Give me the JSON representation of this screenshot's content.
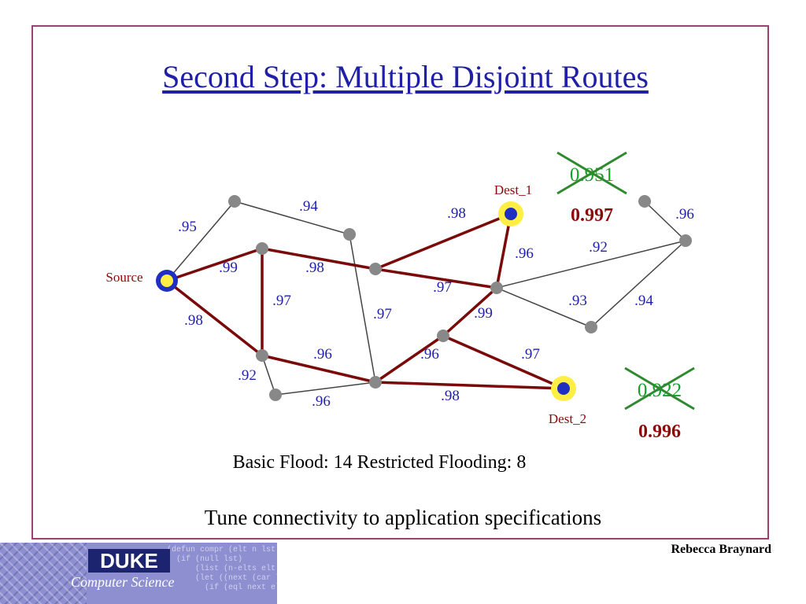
{
  "slide": {
    "title": "Second Step: Multiple Disjoint Routes",
    "caption_flood": "Basic Flood: 14 Restricted Flooding: 8",
    "caption_tune": "Tune connectivity to application specifications",
    "author": "Rebecca Braynard",
    "logo": {
      "brand": "DUKE",
      "subtitle": "Computer Science",
      "code_text": "(defun compr (elt n lst)\n  (if (null lst)\n      (list (n-elts elt n))\n      (let ((next (car lst)))\n        (if (eql next elt)"
    }
  },
  "colors": {
    "frame": "#9e3f72",
    "title": "#1f1fa8",
    "route": "#7a0a0a",
    "plain_edge": "#444444",
    "edge_label": "#1f1fa8",
    "node": "#888888",
    "endpoint_fill": "#1f2fc2",
    "endpoint_halo": "#ffee44",
    "old_value": "#15a02a",
    "new_value": "#8a0a0a",
    "strike": "#2f8a2f"
  },
  "network": {
    "nodes": [
      {
        "id": "source",
        "label": "Source",
        "type": "source"
      },
      {
        "id": "n1",
        "label": "",
        "type": "node"
      },
      {
        "id": "n2",
        "label": "",
        "type": "node"
      },
      {
        "id": "n3",
        "label": "",
        "type": "node"
      },
      {
        "id": "n4",
        "label": "",
        "type": "node"
      },
      {
        "id": "n5",
        "label": "",
        "type": "node"
      },
      {
        "id": "n6",
        "label": "",
        "type": "node"
      },
      {
        "id": "n7",
        "label": "",
        "type": "node"
      },
      {
        "id": "n8",
        "label": "",
        "type": "node"
      },
      {
        "id": "n9",
        "label": "",
        "type": "node"
      },
      {
        "id": "n10",
        "label": "",
        "type": "node"
      },
      {
        "id": "n11",
        "label": "",
        "type": "node"
      },
      {
        "id": "n12",
        "label": "",
        "type": "node"
      },
      {
        "id": "dest1",
        "label": "Dest_1",
        "type": "dest"
      },
      {
        "id": "dest2",
        "label": "Dest_2",
        "type": "dest"
      }
    ],
    "edges": [
      {
        "from": "source",
        "to": "n1",
        "label": ".95",
        "route": false
      },
      {
        "from": "n1",
        "to": "n2",
        "label": ".94",
        "route": false
      },
      {
        "from": "source",
        "to": "n3",
        "label": ".99",
        "route": true
      },
      {
        "from": "source",
        "to": "n4",
        "label": ".98",
        "route": true
      },
      {
        "from": "n3",
        "to": "n4",
        "label": ".97",
        "route": true
      },
      {
        "from": "n3",
        "to": "n5",
        "label": ".98",
        "route": true
      },
      {
        "from": "n5",
        "to": "dest1",
        "label": ".98",
        "route": true
      },
      {
        "from": "n5",
        "to": "n6",
        "label": ".97",
        "route": true
      },
      {
        "from": "n6",
        "to": "dest1",
        "label": ".96",
        "route": true
      },
      {
        "from": "n2",
        "to": "n8",
        "label": ".97",
        "route": false
      },
      {
        "from": "n4",
        "to": "n8",
        "label": ".96",
        "route": true
      },
      {
        "from": "n4",
        "to": "n9",
        "label": ".92",
        "route": false
      },
      {
        "from": "n9",
        "to": "n8",
        "label": ".96",
        "route": false
      },
      {
        "from": "n8",
        "to": "n7",
        "label": ".96",
        "route": true
      },
      {
        "from": "n7",
        "to": "n6",
        "label": ".99",
        "route": true
      },
      {
        "from": "n7",
        "to": "dest2",
        "label": ".97",
        "route": true
      },
      {
        "from": "n8",
        "to": "dest2",
        "label": ".98",
        "route": true
      },
      {
        "from": "n6",
        "to": "n11",
        "label": ".92",
        "route": false
      },
      {
        "from": "n6",
        "to": "n12",
        "label": ".93",
        "route": false
      },
      {
        "from": "n12",
        "to": "n11",
        "label": ".94",
        "route": false
      },
      {
        "from": "n10",
        "to": "n11",
        "label": ".96",
        "route": false
      }
    ],
    "reliability": {
      "dest1": {
        "old": "0.951",
        "new": "0.997"
      },
      "dest2": {
        "old": "0.922",
        "new": "0.996"
      }
    }
  }
}
